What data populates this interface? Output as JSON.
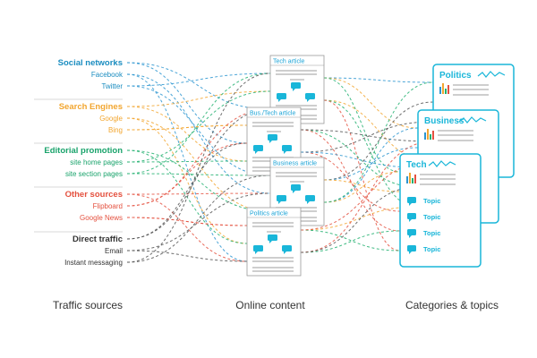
{
  "sources": [
    {
      "id": "social",
      "header": "Social networks",
      "color": "#1b8dc0",
      "items": [
        "Facebook",
        "Twitter"
      ]
    },
    {
      "id": "search",
      "header": "Search Engines",
      "color": "#f2a630",
      "items": [
        "Google",
        "Bing"
      ]
    },
    {
      "id": "editorial",
      "header": "Editorial promotion",
      "color": "#19a36b",
      "items": [
        "site home pages",
        "site section pages"
      ]
    },
    {
      "id": "other",
      "header": "Other sources",
      "color": "#e4513f",
      "items": [
        "Flipboard",
        "Google News"
      ]
    },
    {
      "id": "direct",
      "header": "Direct traffic",
      "color": "#333333",
      "items": [
        "Email",
        "Instant messaging"
      ]
    }
  ],
  "articles": [
    "Tech article",
    "Bus./Tech article",
    "Business article",
    "Politics article"
  ],
  "categories": [
    "Politics",
    "Business",
    "Tech"
  ],
  "topic_label": "Topic",
  "footer": {
    "traffic": "Traffic sources",
    "content": "Online content",
    "categories": "Categories & topics"
  },
  "colors": {
    "accent": "#19b6d9",
    "line_gray": "#9a9a9a",
    "flow_blue": "#2b95d0",
    "flow_orange": "#f2a630",
    "flow_green": "#22b070",
    "flow_red": "#e4513f",
    "flow_dark": "#555555"
  }
}
